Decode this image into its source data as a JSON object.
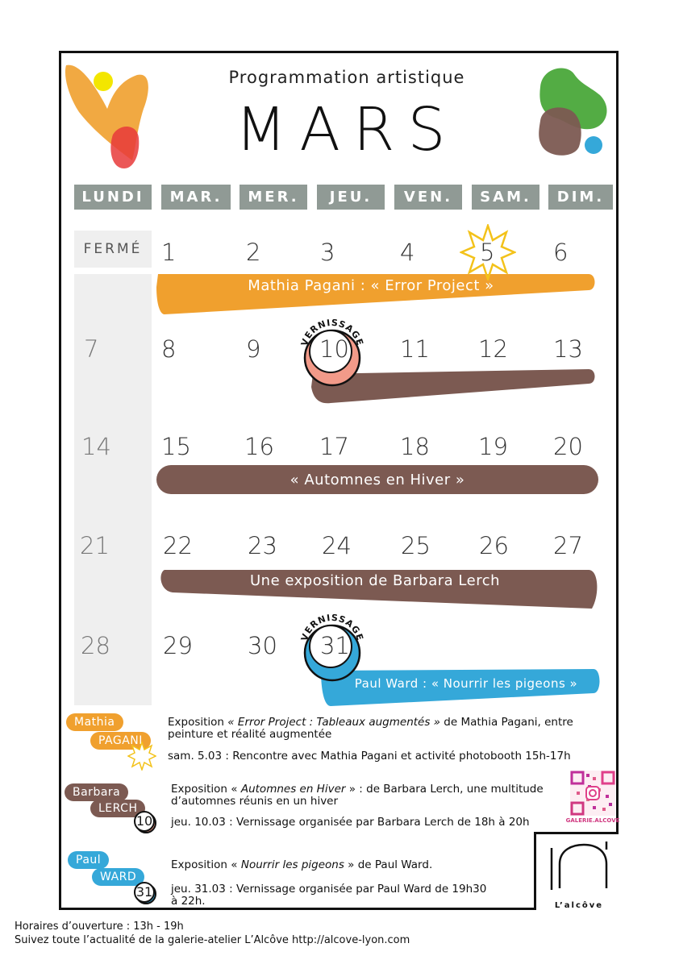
{
  "header": {
    "subtitle": "Programmation artistique",
    "title": "MARS"
  },
  "days": [
    "LUNDI",
    "MAR.",
    "MER.",
    "JEU.",
    "VEN.",
    "SAM.",
    "DIM."
  ],
  "closed_label": "FERMÉ",
  "weeks": [
    [
      "",
      "1",
      "2",
      "3",
      "4",
      "5",
      "6"
    ],
    [
      "7",
      "8",
      "9",
      "10",
      "11",
      "12",
      "13"
    ],
    [
      "14",
      "15",
      "16",
      "17",
      "18",
      "19",
      "20"
    ],
    [
      "21",
      "22",
      "23",
      "24",
      "25",
      "26",
      "27"
    ],
    [
      "28",
      "29",
      "30",
      "31",
      "",
      "",
      ""
    ]
  ],
  "bars": {
    "error_project": "Mathia Pagani : « Error Project »",
    "automnes": "« Automnes en Hiver »",
    "barbara": "Une exposition de Barbara Lerch",
    "paul": "Paul Ward : « Nourrir les pigeons »"
  },
  "vernissage_label": "VERNISSAGE",
  "legend": {
    "mathia": {
      "first": "Mathia",
      "last": "PAGANI",
      "desc_prefix": "Exposition ",
      "desc_italic": "« Error Project : Tableaux augmentés »",
      "desc_suffix": " de Mathia Pagani, entre",
      "desc_line2": "peinture et réalité augmentée",
      "event": "sam. 5.03 : Rencontre avec Mathia Pagani et activité photobooth 15h-17h"
    },
    "barbara": {
      "first": "Barbara",
      "last": "LERCH",
      "badge": "10",
      "desc_prefix": "Exposition « ",
      "desc_italic": "Automnes en Hiver",
      "desc_suffix": " » : de Barbara Lerch, une multitude",
      "desc_line2": "d’automnes réunis en un hiver",
      "event": "jeu. 10.03 : Vernissage organisée par Barbara Lerch de 18h à 20h"
    },
    "paul": {
      "first": "Paul",
      "last": "WARD",
      "badge": "31",
      "desc_prefix": "Exposition « ",
      "desc_italic": "Nourrir les pigeons",
      "desc_suffix": " » de Paul Ward.",
      "event_line1": "jeu. 31.03 : Vernissage organisée par Paul Ward de 19h30",
      "event_line2": "à 22h."
    }
  },
  "qr_label": "GALERIE.ALCOVE",
  "logo_text": "L’alcôve",
  "footer": {
    "hours": "Horaires d’ouverture : 13h - 19h",
    "follow": "Suivez toute l’actualité de la galerie-atelier L’Alcôve http://alcove-lyon.com"
  },
  "colors": {
    "orange": "#f0a02e",
    "brown": "#7c5a52",
    "blue": "#35a8d9",
    "pink": "#f29a89",
    "gray": "#909a95",
    "yellow": "#f3e600",
    "red": "#e8393a",
    "green": "#4aa83a"
  }
}
